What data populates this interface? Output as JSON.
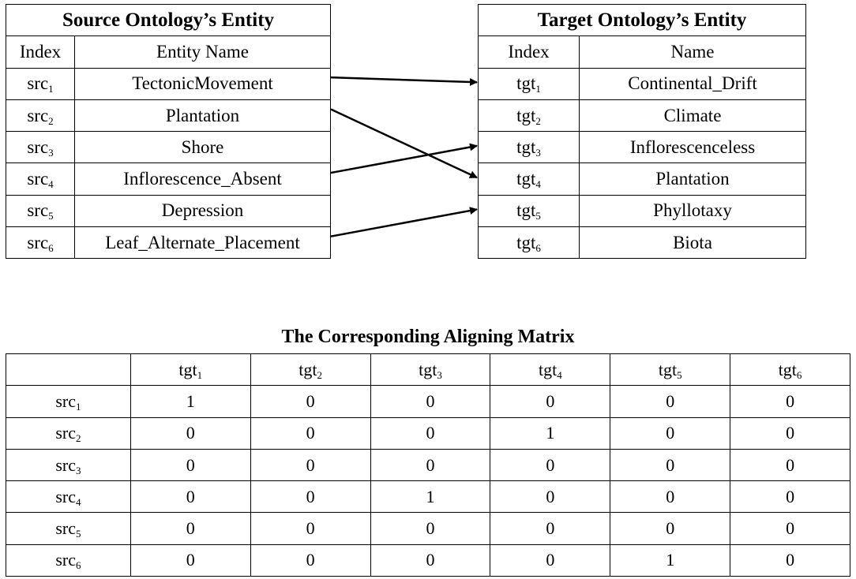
{
  "source": {
    "title": "Source Ontology’s Entity",
    "col_index": "Index",
    "col_name": "Entity Name",
    "rows": [
      {
        "pre": "src",
        "sub": "1",
        "name": "TectonicMovement"
      },
      {
        "pre": "src",
        "sub": "2",
        "name": "Plantation"
      },
      {
        "pre": "src",
        "sub": "3",
        "name": "Shore"
      },
      {
        "pre": "src",
        "sub": "4",
        "name": "Inflorescence_Absent"
      },
      {
        "pre": "src",
        "sub": "5",
        "name": "Depression"
      },
      {
        "pre": "src",
        "sub": "6",
        "name": "Leaf_Alternate_Placement"
      }
    ]
  },
  "target": {
    "title": "Target Ontology’s Entity",
    "col_index": "Index",
    "col_name": "Name",
    "rows": [
      {
        "pre": "tgt",
        "sub": "1",
        "name": "Continental_Drift"
      },
      {
        "pre": "tgt",
        "sub": "2",
        "name": "Climate"
      },
      {
        "pre": "tgt",
        "sub": "3",
        "name": "Inflorescenceless"
      },
      {
        "pre": "tgt",
        "sub": "4",
        "name": "Plantation"
      },
      {
        "pre": "tgt",
        "sub": "5",
        "name": "Phyllotaxy"
      },
      {
        "pre": "tgt",
        "sub": "6",
        "name": "Biota"
      }
    ]
  },
  "mappings": [
    {
      "from": 1,
      "to": 1
    },
    {
      "from": 2,
      "to": 4
    },
    {
      "from": 4,
      "to": 3
    },
    {
      "from": 6,
      "to": 5
    }
  ],
  "matrix": {
    "title": "The Corresponding Aligning Matrix",
    "col_headers": [
      {
        "pre": "tgt",
        "sub": "1"
      },
      {
        "pre": "tgt",
        "sub": "2"
      },
      {
        "pre": "tgt",
        "sub": "3"
      },
      {
        "pre": "tgt",
        "sub": "4"
      },
      {
        "pre": "tgt",
        "sub": "5"
      },
      {
        "pre": "tgt",
        "sub": "6"
      }
    ],
    "row_headers": [
      {
        "pre": "src",
        "sub": "1"
      },
      {
        "pre": "src",
        "sub": "2"
      },
      {
        "pre": "src",
        "sub": "3"
      },
      {
        "pre": "src",
        "sub": "4"
      },
      {
        "pre": "src",
        "sub": "5"
      },
      {
        "pre": "src",
        "sub": "6"
      }
    ],
    "values": [
      [
        "1",
        "0",
        "0",
        "0",
        "0",
        "0"
      ],
      [
        "0",
        "0",
        "0",
        "1",
        "0",
        "0"
      ],
      [
        "0",
        "0",
        "0",
        "0",
        "0",
        "0"
      ],
      [
        "0",
        "0",
        "1",
        "0",
        "0",
        "0"
      ],
      [
        "0",
        "0",
        "0",
        "0",
        "0",
        "0"
      ],
      [
        "0",
        "0",
        "0",
        "0",
        "1",
        "0"
      ]
    ]
  }
}
